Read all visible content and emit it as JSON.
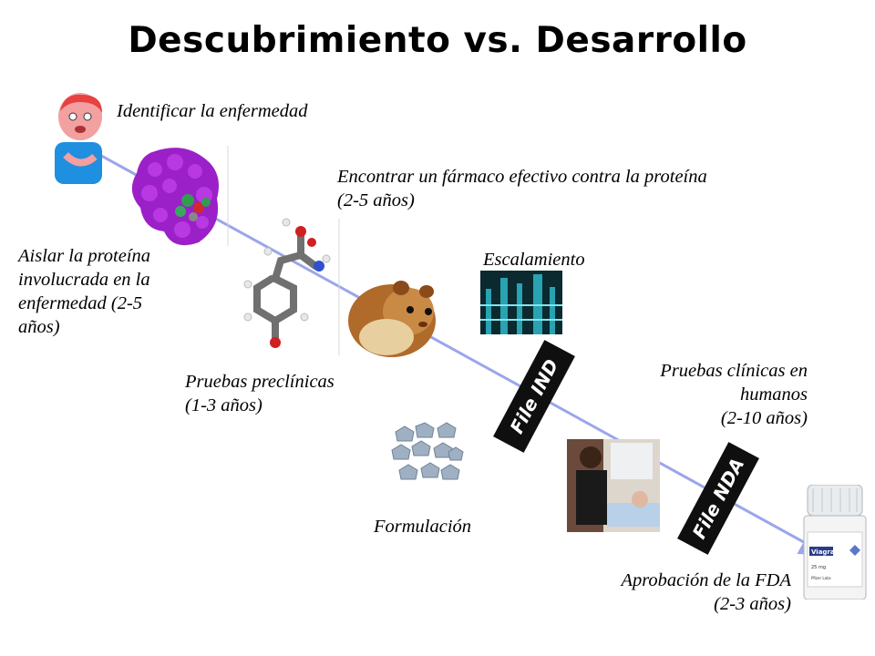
{
  "title": "Descubrimiento vs. Desarrollo",
  "steps": {
    "identify": "Identificar la enfermedad",
    "isolate": [
      "Aislar la proteína",
      "involucrada en la",
      "enfermedad (2-5",
      "años)"
    ],
    "find_drug": [
      "Encontrar un fármaco efectivo contra la proteína",
      "(2-5 años)"
    ],
    "preclinical": [
      "Pruebas preclínicas",
      "(1-3 años)"
    ],
    "scale_up": "Escalamiento",
    "formulation": "Formulación",
    "clinical": [
      "Pruebas clínicas en",
      "humanos",
      "(2-10 años)"
    ],
    "approval": [
      "Aprobación de la FDA",
      "(2-3 años)"
    ]
  },
  "stamps": {
    "ind": "File IND",
    "nda": "File NDA"
  },
  "bottle_label": {
    "brand": "Viagra",
    "dose": "25 mg",
    "maker": "Pfizer Labs"
  },
  "colors": {
    "arrow": "#9aa6ea",
    "stamp_bg": "#0f0f0f",
    "protein": "#9b20c8"
  }
}
